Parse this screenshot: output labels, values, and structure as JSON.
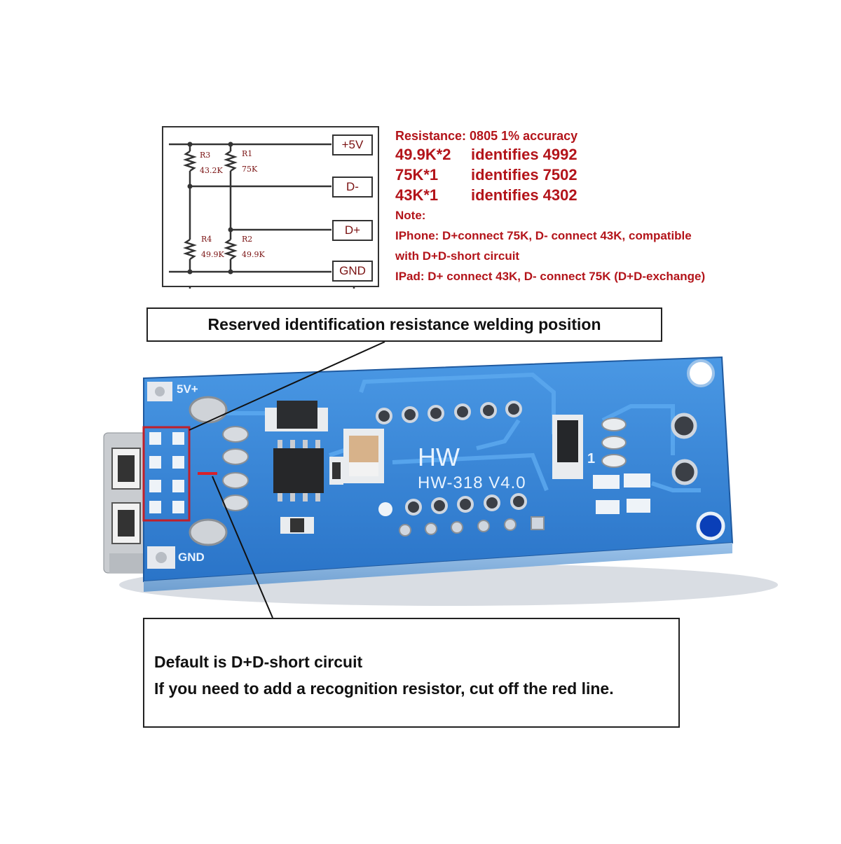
{
  "schematic": {
    "pins": [
      "+5V",
      "D-",
      "D+",
      "GND"
    ],
    "resistors": [
      {
        "ref": "R3",
        "value": "43.2K"
      },
      {
        "ref": "R1",
        "value": "75K"
      },
      {
        "ref": "R4",
        "value": "49.9K"
      },
      {
        "ref": "R2",
        "value": "49.9K"
      }
    ]
  },
  "specs": {
    "heading": "Resistance: 0805 1% accuracy",
    "rows": [
      {
        "value": "49.9K*2",
        "id": "identifies 4992"
      },
      {
        "value": "75K*1",
        "id": "identifies 7502"
      },
      {
        "value": "43K*1",
        "id": "identifies 4302"
      }
    ],
    "note_label": "Note:",
    "notes": [
      "IPhone: D+connect 75K, D- connect 43K, compatible",
      "with D+D-short circuit",
      "IPad:  D+ connect 43K, D- connect 75K (D+D-exchange)"
    ]
  },
  "callouts": {
    "reserved": "Reserved identification resistance welding position",
    "default_line1": "Default is D+D-short circuit",
    "default_line2": "If you need to add a recognition resistor, cut off the red line."
  },
  "pcb": {
    "brand": "HW",
    "model": "HW-318 V4.0",
    "pad_5v": "5V+",
    "pad_gnd": "GND",
    "pin1_mark": "1",
    "board_color": "#2f7fd1",
    "accent_red": "#b3141a"
  }
}
